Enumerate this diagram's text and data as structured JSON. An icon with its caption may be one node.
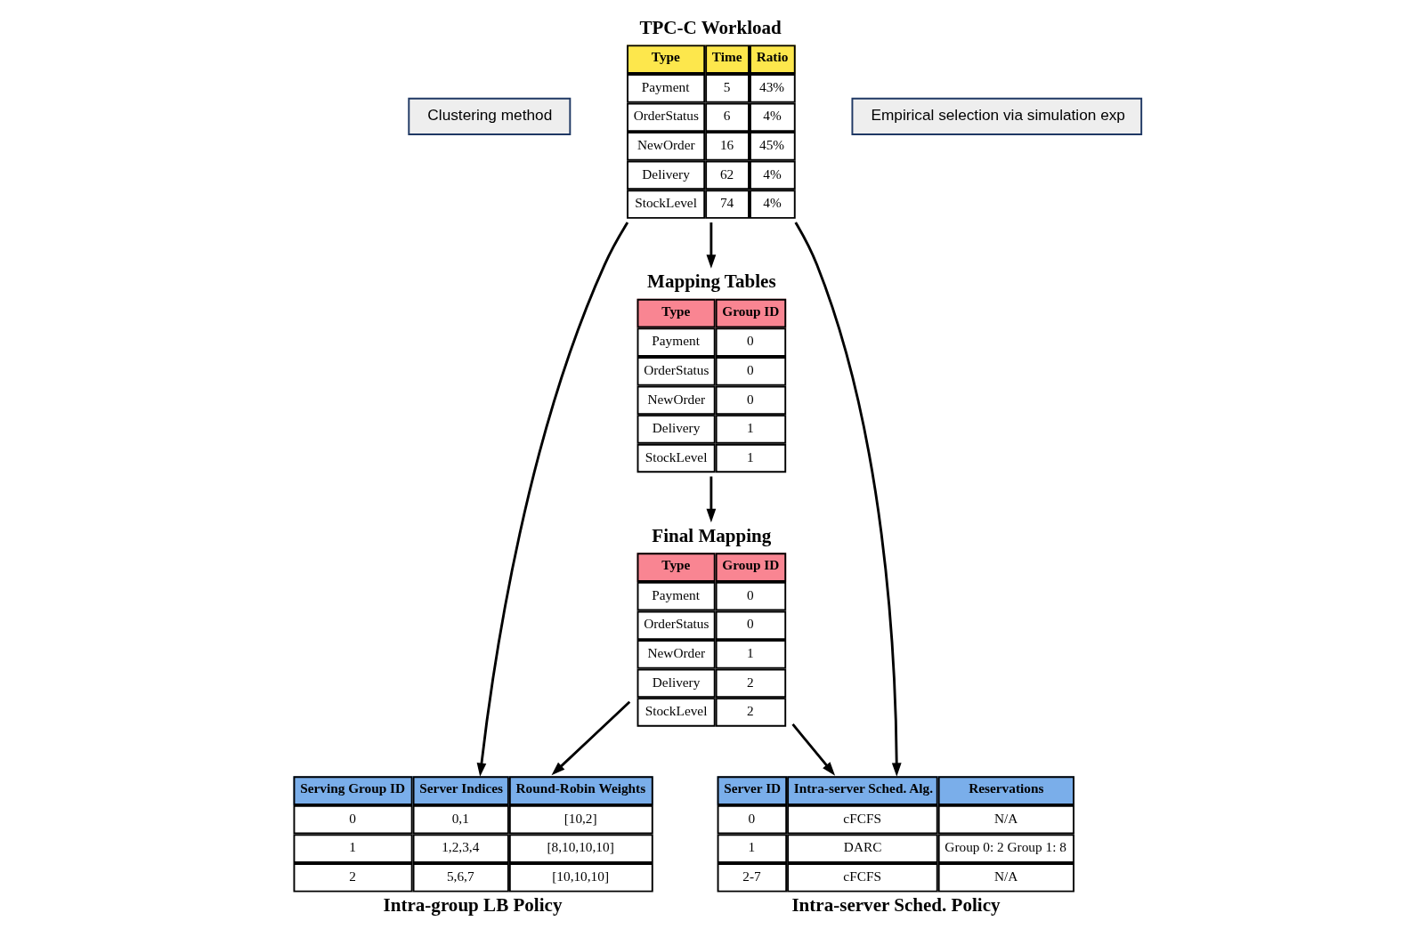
{
  "diagram": {
    "nodes": [
      {
        "text": [
          "Clustering method"
        ]
      },
      {
        "text": [
          "Mapping Tables",
          "Type",
          "Group ID",
          "Payment",
          "0",
          "OrderStatus",
          "0",
          "NewOrder",
          "0",
          "Delivery",
          "1",
          "StockLevel",
          "1"
        ]
      },
      {
        "text": [
          "Empirical selection via simulation exp"
        ]
      },
      {
        "text": [
          "TPC-C Workload",
          "Type",
          "Time",
          "Ratio",
          "Payment",
          "5",
          "43%",
          "OrderStatus",
          "6",
          "4%",
          "NewOrder",
          "16",
          "45%",
          "Delivery",
          "62",
          "4%",
          "StockLevel",
          "74",
          "4%"
        ]
      },
      {
        "text": [
          "Final Mapping",
          "Type",
          "Group ID",
          "Payment",
          "0",
          "OrderStatus",
          "0",
          "NewOrder",
          "1",
          "Delivery",
          "2",
          "StockLevel",
          "2"
        ]
      },
      {
        "text": [
          "Intra-group LB Policy",
          "Serving Group ID",
          "Server Indices",
          "Round-Robin Weights",
          "0",
          "0,1",
          "[10,2]",
          "1",
          "1,2,3,4",
          "[8,10,10,10]",
          "2",
          "5,6,7",
          "[10,10,10]"
        ]
      },
      {
        "text": [
          "Intra-server Sched. Policy",
          "Server ID",
          "Intra-server Sched. Alg.",
          "Reservations",
          "0",
          "cFCFS",
          "N/A",
          "1",
          "DARC",
          "Group 0: 2 Group 1: 8",
          "2-7",
          "cFCFS",
          "N/A"
        ]
      }
    ],
    "edges": [
      {
        "from": 3,
        "to": 1,
        "arrow": "to"
      },
      {
        "from": 1,
        "to": 4,
        "arrow": "to"
      },
      {
        "from": 3,
        "to": 5,
        "arrow": "to"
      },
      {
        "from": 3,
        "to": 6,
        "arrow": "to"
      },
      {
        "from": 4,
        "to": 5,
        "arrow": "to"
      },
      {
        "from": 4,
        "to": 6,
        "arrow": "to"
      }
    ]
  }
}
